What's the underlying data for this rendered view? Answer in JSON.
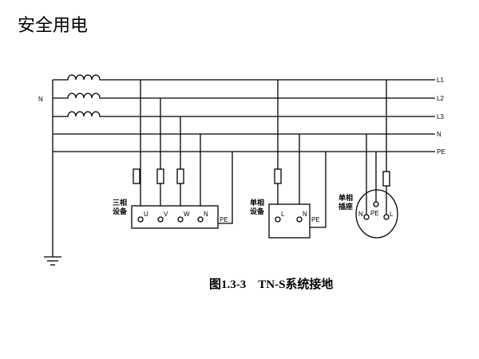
{
  "slide": {
    "title": "安全用电"
  },
  "diagram": {
    "caption": "图1.3-3    TN-S系统接地",
    "neutral_label": "N",
    "line_labels": [
      "L1",
      "L2",
      "L3",
      "N",
      "PE"
    ],
    "three_phase_device": {
      "label_line1": "三相",
      "label_line2": "设备",
      "terminals": [
        "U",
        "V",
        "W",
        "N"
      ],
      "pe_label": "PE"
    },
    "single_phase_device": {
      "label_line1": "单相",
      "label_line2": "设备",
      "terminals": [
        "L",
        "N"
      ],
      "pe_label": "PE"
    },
    "single_phase_socket": {
      "label_line1": "单相",
      "label_line2": "插座",
      "terminals": [
        "N",
        "PE",
        "L"
      ]
    }
  }
}
